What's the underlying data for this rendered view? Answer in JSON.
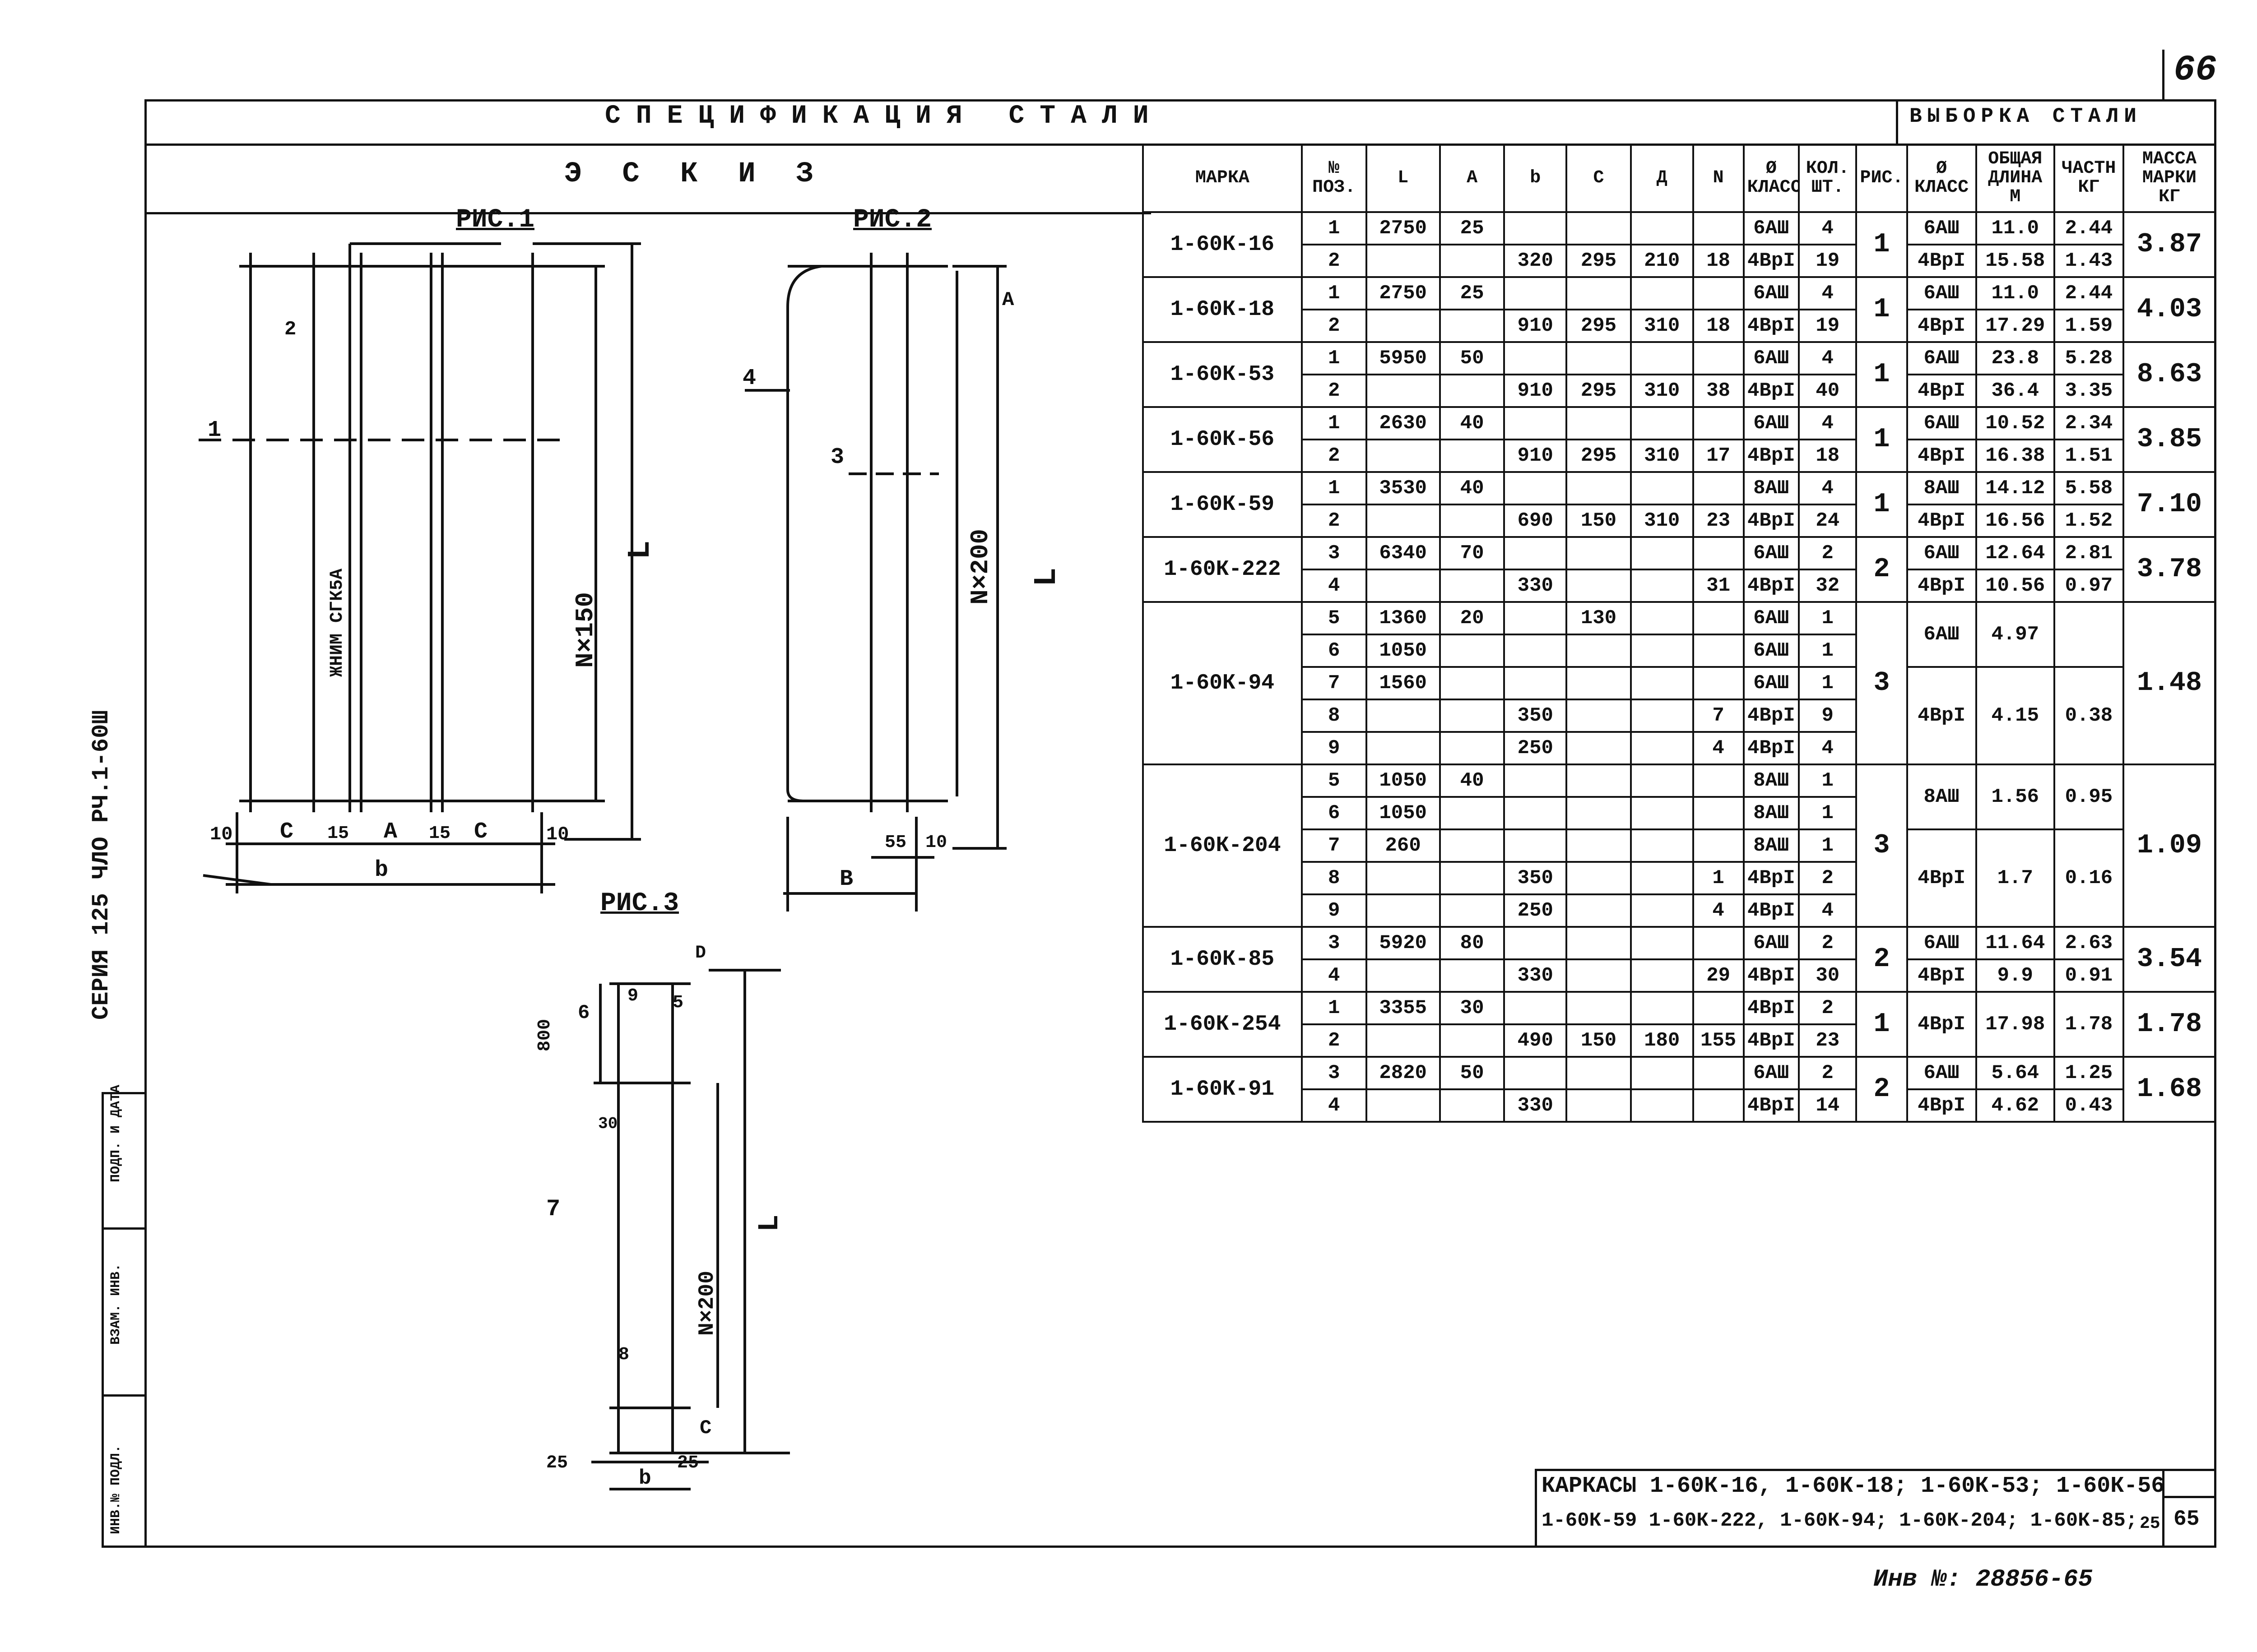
{
  "page_number": "66",
  "series_label": "СЕРИЯ 125 ЧЛО РЧ.1-60Ш",
  "spec_title": "СПЕЦИФИКАЦИЯ СТАЛИ",
  "sample_title": "ВЫБОРКА СТАЛИ",
  "sketch_title": "ЭСКИЗ",
  "figures": {
    "fig1": "РИС.1",
    "fig2": "РИС.2",
    "fig3": "РИС.3"
  },
  "sketch_labels": {
    "fig1_axis": "ЖНИМ СГК5А",
    "fig1_n": "N×150",
    "fig1_L": "L",
    "fig1_dims": [
      "10",
      "С",
      "15",
      "А",
      "15",
      "С",
      "10"
    ],
    "fig1_b": "b",
    "fig1_pos1": "1",
    "fig1_pos2": "2",
    "fig2_n": "N×200",
    "fig2_L": "L",
    "fig2_pos3": "3",
    "fig2_pos4": "4",
    "fig2_a": "А",
    "fig2_55": "55",
    "fig2_10": "10",
    "fig2_b": "В",
    "fig3_800": "800",
    "fig3_6": "6",
    "fig3_9": "9",
    "fig3_5": "5",
    "fig3_D": "D",
    "fig3_30": "30",
    "fig3_7": "7",
    "fig3_n": "N×200",
    "fig3_L": "L",
    "fig3_8": "8",
    "fig3_C": "С",
    "fig3_25a": "25",
    "fig3_25b": "25",
    "fig3_b": "b"
  },
  "spec_headers": [
    "МАРКА",
    "№ ПОЗ.",
    "L",
    "А",
    "b",
    "С",
    "Д",
    "N",
    "Ø КЛАСС",
    "КОЛ. ШТ.",
    "РИС."
  ],
  "sample_headers": [
    "Ø КЛАСС",
    "ОБЩАЯ ДЛИНА М",
    "ЧАСТН КГ",
    "МАССА МАРКИ КГ"
  ],
  "groups": [
    {
      "mark": "1-60К-16",
      "fig": "1",
      "mass": "3.87",
      "rows": [
        [
          "1",
          "2750",
          "25",
          "",
          "",
          "",
          "",
          "6АШ",
          "4"
        ],
        [
          "2",
          "",
          "",
          "320",
          "295",
          "210",
          "18",
          "4ВрI",
          "19"
        ]
      ],
      "sample": [
        [
          "6АШ",
          "11.0",
          "2.44"
        ],
        [
          "4ВрI",
          "15.58",
          "1.43"
        ]
      ]
    },
    {
      "mark": "1-60К-18",
      "fig": "1",
      "mass": "4.03",
      "rows": [
        [
          "1",
          "2750",
          "25",
          "",
          "",
          "",
          "",
          "6АШ",
          "4"
        ],
        [
          "2",
          "",
          "",
          "910",
          "295",
          "310",
          "18",
          "4ВрI",
          "19"
        ]
      ],
      "sample": [
        [
          "6АШ",
          "11.0",
          "2.44"
        ],
        [
          "4ВрI",
          "17.29",
          "1.59"
        ]
      ]
    },
    {
      "mark": "1-60К-53",
      "fig": "1",
      "mass": "8.63",
      "rows": [
        [
          "1",
          "5950",
          "50",
          "",
          "",
          "",
          "",
          "6АШ",
          "4"
        ],
        [
          "2",
          "",
          "",
          "910",
          "295",
          "310",
          "38",
          "4ВрI",
          "40"
        ]
      ],
      "sample": [
        [
          "6АШ",
          "23.8",
          "5.28"
        ],
        [
          "4ВрI",
          "36.4",
          "3.35"
        ]
      ]
    },
    {
      "mark": "1-60К-56",
      "fig": "1",
      "mass": "3.85",
      "rows": [
        [
          "1",
          "2630",
          "40",
          "",
          "",
          "",
          "",
          "6АШ",
          "4"
        ],
        [
          "2",
          "",
          "",
          "910",
          "295",
          "310",
          "17",
          "4ВрI",
          "18"
        ]
      ],
      "sample": [
        [
          "6АШ",
          "10.52",
          "2.34"
        ],
        [
          "4ВрI",
          "16.38",
          "1.51"
        ]
      ]
    },
    {
      "mark": "1-60К-59",
      "fig": "1",
      "mass": "7.10",
      "rows": [
        [
          "1",
          "3530",
          "40",
          "",
          "",
          "",
          "",
          "8АШ",
          "4"
        ],
        [
          "2",
          "",
          "",
          "690",
          "150",
          "310",
          "23",
          "4ВрI",
          "24"
        ]
      ],
      "sample": [
        [
          "8АШ",
          "14.12",
          "5.58"
        ],
        [
          "4ВрI",
          "16.56",
          "1.52"
        ]
      ]
    },
    {
      "mark": "1-60К-222",
      "fig": "2",
      "mass": "3.78",
      "rows": [
        [
          "3",
          "6340",
          "70",
          "",
          "",
          "",
          "",
          "6АШ",
          "2"
        ],
        [
          "4",
          "",
          "",
          "330",
          "",
          "",
          "31",
          "4ВрI",
          "32"
        ]
      ],
      "sample": [
        [
          "6АШ",
          "12.64",
          "2.81"
        ],
        [
          "4ВрI",
          "10.56",
          "0.97"
        ]
      ]
    },
    {
      "mark": "1-60К-94",
      "fig": "3",
      "mass": "1.48",
      "rows": [
        [
          "5",
          "1360",
          "20",
          "",
          "130",
          "",
          "",
          "6АШ",
          "1"
        ],
        [
          "6",
          "1050",
          "",
          "",
          "",
          "",
          "",
          "6АШ",
          "1"
        ],
        [
          "7",
          "1560",
          "",
          "",
          "",
          "",
          "",
          "6АШ",
          "1"
        ],
        [
          "8",
          "",
          "",
          "350",
          "",
          "",
          "7",
          "4ВрI",
          "9"
        ],
        [
          "9",
          "",
          "",
          "250",
          "",
          "",
          "4",
          "4ВрI",
          "4"
        ]
      ],
      "sample": [
        [
          "6АШ",
          "4.97",
          ""
        ],
        [
          "4ВрI",
          "4.15",
          "0.38"
        ]
      ]
    },
    {
      "mark": "1-60К-204",
      "fig": "3",
      "mass": "1.09",
      "rows": [
        [
          "5",
          "1050",
          "40",
          "",
          "",
          "",
          "",
          "8АШ",
          "1"
        ],
        [
          "6",
          "1050",
          "",
          "",
          "",
          "",
          "",
          "8АШ",
          "1"
        ],
        [
          "7",
          "260",
          "",
          "",
          "",
          "",
          "",
          "8АШ",
          "1"
        ],
        [
          "8",
          "",
          "",
          "350",
          "",
          "",
          "1",
          "4ВрI",
          "2"
        ],
        [
          "9",
          "",
          "",
          "250",
          "",
          "",
          "4",
          "4ВрI",
          "4"
        ]
      ],
      "sample": [
        [
          "8АШ",
          "1.56",
          "0.95"
        ],
        [
          "4ВрI",
          "1.7",
          "0.16"
        ]
      ]
    },
    {
      "mark": "1-60К-85",
      "fig": "2",
      "mass": "3.54",
      "rows": [
        [
          "3",
          "5920",
          "80",
          "",
          "",
          "",
          "",
          "6АШ",
          "2"
        ],
        [
          "4",
          "",
          "",
          "330",
          "",
          "",
          "29",
          "4ВрI",
          "30"
        ]
      ],
      "sample": [
        [
          "6АШ",
          "11.64",
          "2.63"
        ],
        [
          "4ВрI",
          "9.9",
          "0.91"
        ]
      ]
    },
    {
      "mark": "1-60К-254",
      "fig": "1",
      "mass": "1.78",
      "rows": [
        [
          "1",
          "3355",
          "30",
          "",
          "",
          "",
          "",
          "4ВрI",
          "2"
        ],
        [
          "2",
          "",
          "",
          "490",
          "150",
          "180",
          "155",
          "4ВрI",
          "23"
        ]
      ],
      "sample": [
        [
          "4ВрI",
          "17.98",
          "1.78"
        ]
      ]
    },
    {
      "mark": "1-60К-91",
      "fig": "2",
      "mass": "1.68",
      "rows": [
        [
          "3",
          "2820",
          "50",
          "",
          "",
          "",
          "",
          "6АШ",
          "2"
        ],
        [
          "4",
          "",
          "",
          "330",
          "",
          "",
          "",
          "4ВрI",
          "14"
        ]
      ],
      "sample": [
        [
          "6АШ",
          "5.64",
          "1.25"
        ],
        [
          "4ВрI",
          "4.62",
          "0.43"
        ]
      ]
    }
  ],
  "title_block": {
    "line1": "КАРКАСЫ 1-60К-16, 1-60К-18; 1-60К-53; 1-60К-56",
    "line2": "1-60К-59  1-60К-222, 1-60К-94; 1-60К-204; 1-60К-85;",
    "sheet": "25",
    "sheet_total": "65"
  },
  "stamp_column": [
    "ПОДП. И ДАТА",
    "ВЗАМ. ИНВ.",
    "ИНВ.№ ПОДЛ."
  ],
  "inventory": "Инв №: 28856-65"
}
